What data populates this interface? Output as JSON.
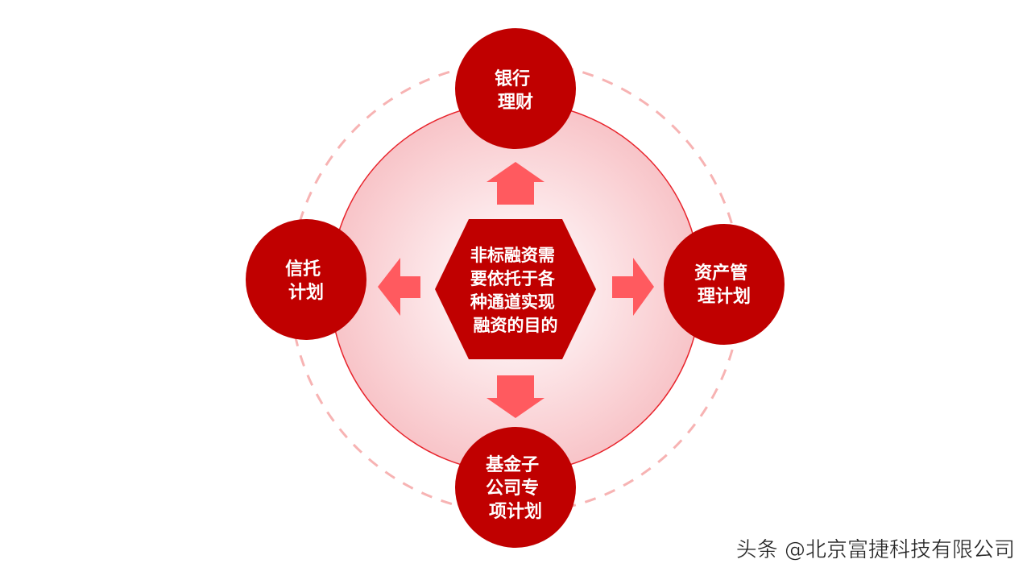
{
  "center": {
    "lines": [
      "非标融资需",
      "要依托于各",
      "种通道实现",
      "融资的目的"
    ]
  },
  "nodes": {
    "top": {
      "lines": [
        "银行",
        "理财"
      ]
    },
    "right": {
      "lines": [
        "资产管",
        "理计划"
      ]
    },
    "bottom": {
      "lines": [
        "基金子",
        "公司专",
        "项计划"
      ]
    },
    "left": {
      "lines": [
        "信托",
        "计划"
      ]
    }
  },
  "watermark": "头条 @北京富捷科技有限公司",
  "colors": {
    "node_fill": "#c00000",
    "arrow_fill": "#ff5a5f",
    "inner_circle_stroke": "#e8242c",
    "dashed_ring": "#f7b3b3",
    "glow_center": "#ffffff",
    "glow_edge": "#f9c9cd"
  }
}
